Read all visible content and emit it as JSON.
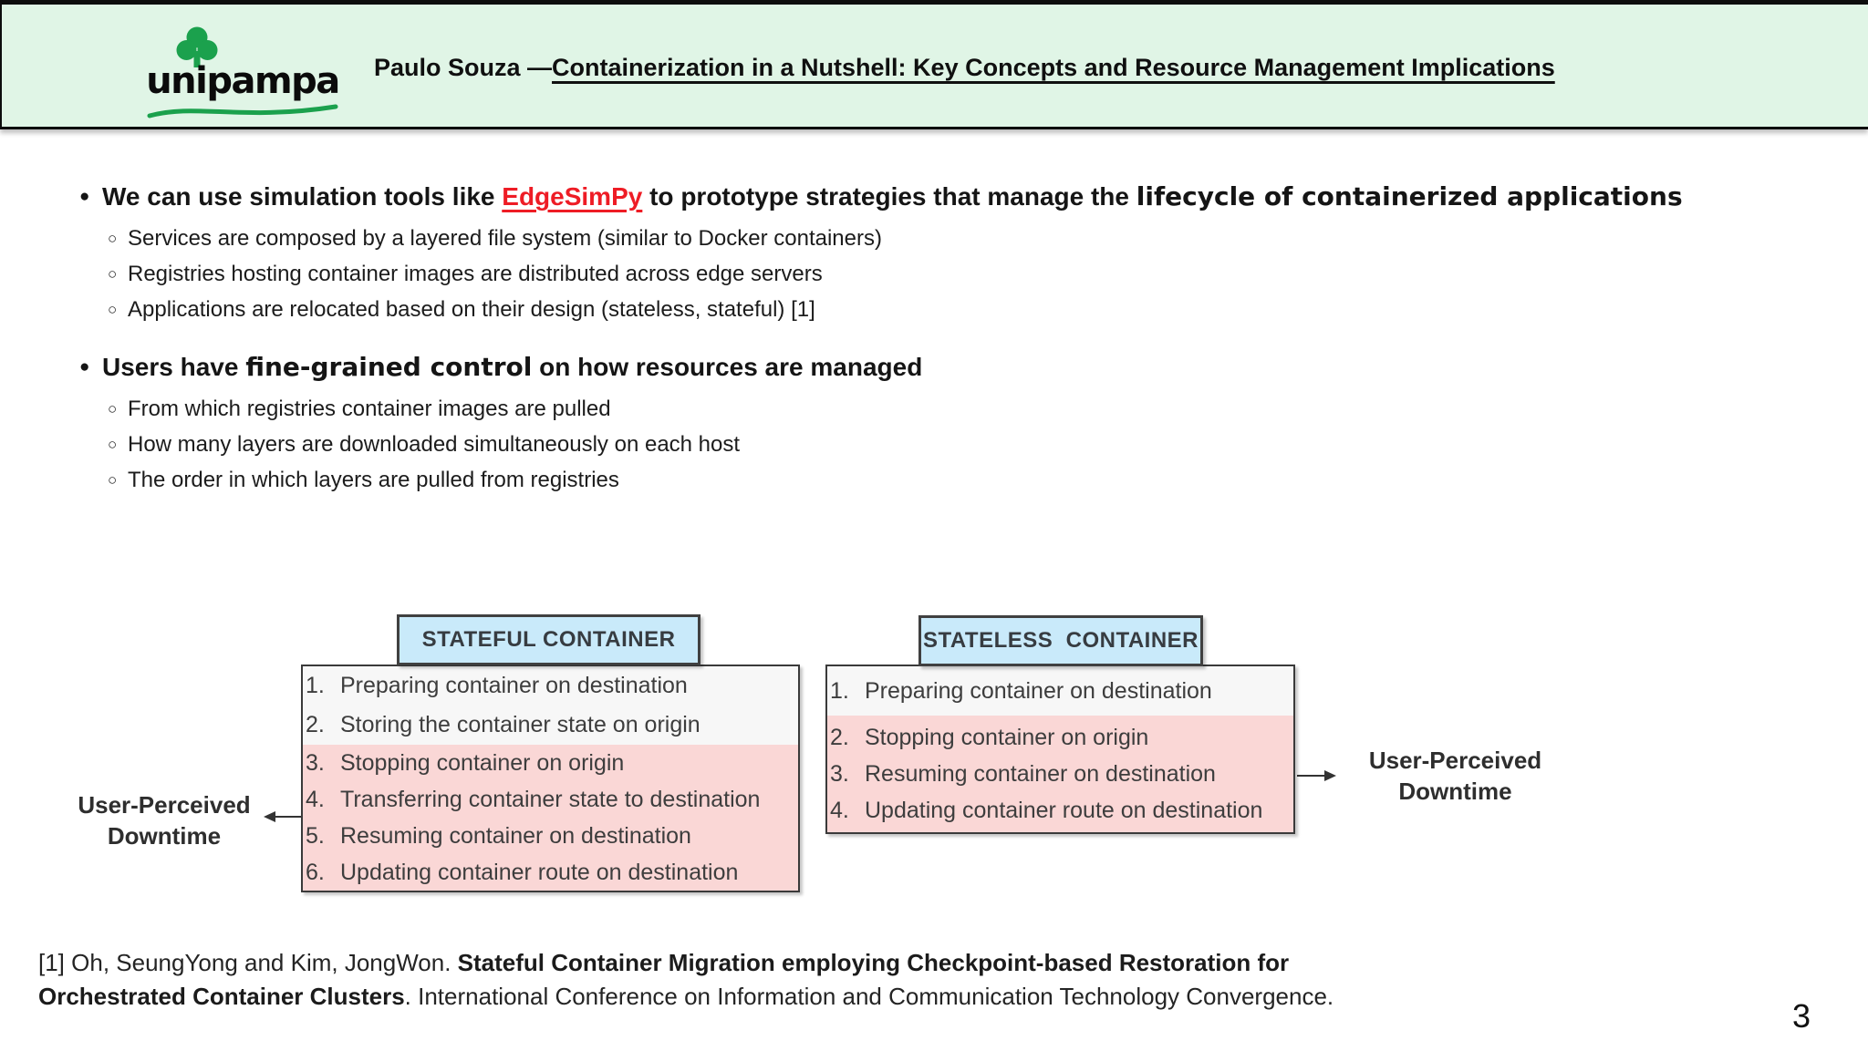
{
  "header": {
    "logo_text": "unipampa",
    "author": "Paulo Souza — ",
    "title_link": "Containerization in a Nutshell: Key Concepts and Resource Management Implications"
  },
  "bullets": {
    "marker_top": "●",
    "marker_sub": "○",
    "b1": {
      "pre": "We can use simulation tools like ",
      "tool": "EdgeSimPy",
      "mid": " to prototype strategies that manage the ",
      "strong": "lifecycle of containerized applications",
      "subs": [
        "Services are composed by a layered file system (similar to Docker containers)",
        "Registries hosting container images are distributed across edge servers",
        "Applications are relocated based on their design (stateless, stateful) [1]"
      ]
    },
    "b2": {
      "pre": "Users have ",
      "strong": "fine-grained control",
      "post": " on how resources are managed",
      "subs": [
        "From which registries container images are pulled",
        "How many layers are downloaded simultaneously on each host",
        "The order in which layers are pulled from registries"
      ]
    }
  },
  "diagrams": {
    "stateful": {
      "title": "STATEFUL CONTAINER",
      "rows": [
        {
          "n": "1.",
          "t": "Preparing container on destination"
        },
        {
          "n": "2.",
          "t": "Storing the container state on origin"
        },
        {
          "n": "3.",
          "t": "Stopping container on origin"
        },
        {
          "n": "4.",
          "t": "Transferring container state to destination"
        },
        {
          "n": "5.",
          "t": "Resuming container on destination"
        },
        {
          "n": "6.",
          "t": "Updating container route on destination"
        }
      ]
    },
    "stateless": {
      "title": "STATELESS  CONTAINER",
      "rows": [
        {
          "n": "1.",
          "t": "Preparing container on destination"
        },
        {
          "n": "2.",
          "t": "Stopping container on origin"
        },
        {
          "n": "3.",
          "t": "Resuming container on destination"
        },
        {
          "n": "4.",
          "t": "Updating container route on destination"
        }
      ]
    },
    "downtime_left": {
      "line1": "User-Perceived",
      "line2": "Downtime"
    },
    "downtime_right": {
      "line1": "User-Perceived",
      "line2": "Downtime"
    }
  },
  "footer": {
    "line1_regular": "[1] Oh, SeungYong and Kim, JongWon. ",
    "line1_bold": "Stateful Container Migration employing Checkpoint-based Restoration for",
    "line2_bold": "Orchestrated Container Clusters",
    "line2_regular": ". International Conference on Information and Communication Technology Convergence.",
    "page_number": "3"
  },
  "colors": {
    "header_bg": "#e0f5e6",
    "logo_green": "#1ba14d",
    "accent_red": "#ee1c25",
    "box_blue": "#c9eafa",
    "row_gray": "#f7f7f7",
    "row_pink": "#fad7d6",
    "border_dark": "#3a3a3a"
  }
}
